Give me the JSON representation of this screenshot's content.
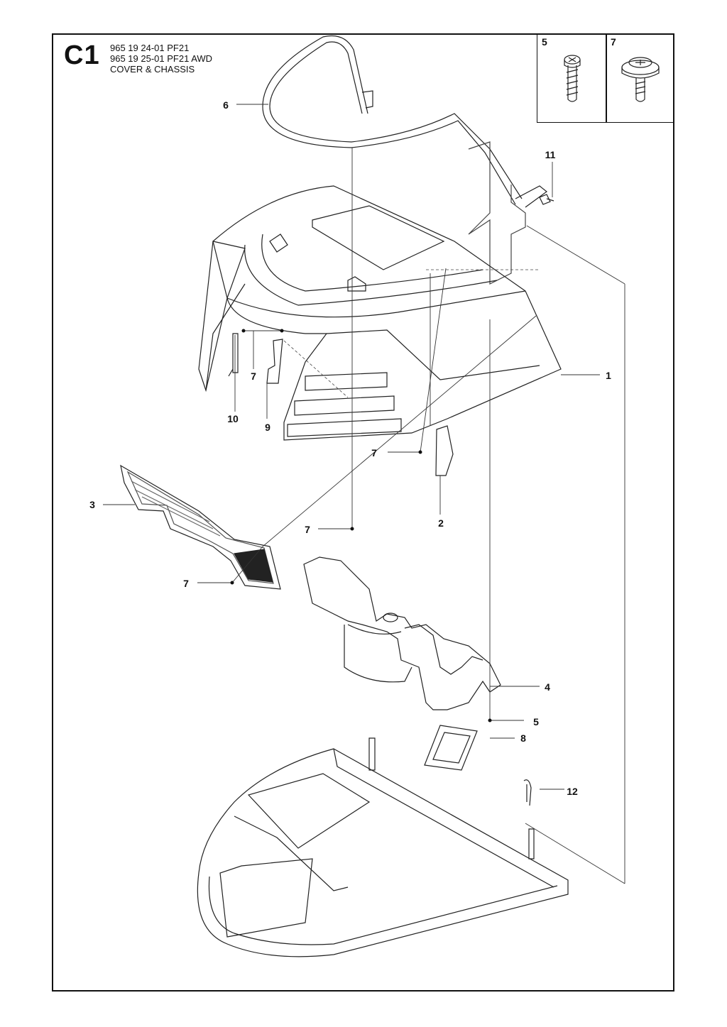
{
  "header": {
    "page_code": "C1",
    "lines": [
      "965 19 24-01 PF21",
      "965 19 25-01 PF21 AWD",
      "COVER & CHASSIS"
    ]
  },
  "inset": {
    "left_label": "5",
    "right_label": "7",
    "left_icon": "screw-icon",
    "right_icon": "washer-head-screw-icon"
  },
  "callouts": {
    "c1": "1",
    "c2": "2",
    "c3": "3",
    "c4": "4",
    "c5": "5",
    "c6": "6",
    "c7a": "7",
    "c7b": "7",
    "c7c": "7",
    "c7d": "7",
    "c8": "8",
    "c9": "9",
    "c10": "10",
    "c11": "11",
    "c12": "12"
  }
}
